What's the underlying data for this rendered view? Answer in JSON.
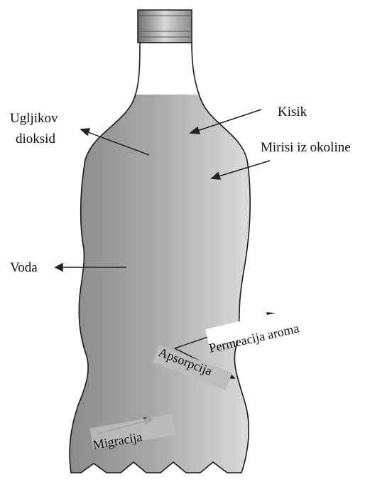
{
  "labels": {
    "ugljikov_line1": "Ugljikov",
    "ugljikov_line2": "dioksid",
    "kisik": "Kisik",
    "mirisi": "Mirisi iz okoline",
    "voda": "Voda",
    "permeacija": "Permeacija aroma",
    "apsorpcija": "Apsorpcija",
    "migracija": "Migracija"
  },
  "colors": {
    "bottle_dark": "#8c8c8c",
    "bottle_mid": "#a6a6a6",
    "bottle_light": "#e2e2e2",
    "outline": "#1a1a1a",
    "arrow": "#222222",
    "label_box": "#bdbdbd"
  }
}
